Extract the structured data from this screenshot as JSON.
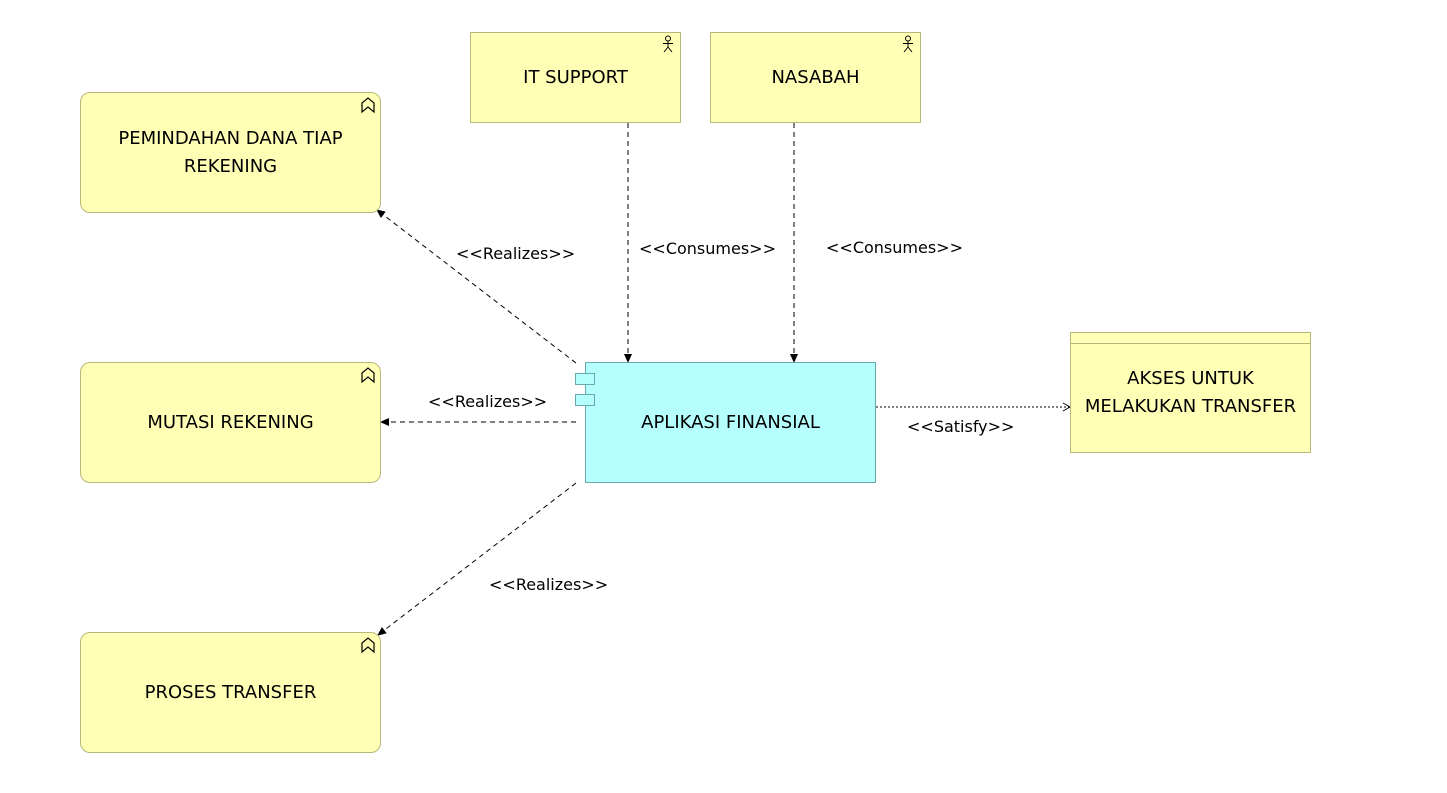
{
  "nodes": {
    "pemindahan": "PEMINDAHAN DANA TIAP REKENING",
    "mutasi": "MUTASI REKENING",
    "proses": "PROSES TRANSFER",
    "it_support": "IT SUPPORT",
    "nasabah": "NASABAH",
    "aplikasi": "APLIKASI FINANSIAL",
    "akses": "AKSES UNTUK MELAKUKAN TRANSFER"
  },
  "edges": {
    "realizes_1": "<<Realizes>>",
    "realizes_2": "<<Realizes>>",
    "realizes_3": "<<Realizes>>",
    "consumes_1": "<<Consumes>>",
    "consumes_2": "<<Consumes>>",
    "satisfy": "<<Satisfy>>"
  },
  "icons": {
    "function": "function-chevron-icon",
    "actor": "actor-icon",
    "component": "component-icon"
  },
  "colors": {
    "yellow": "#ffffb5",
    "cyan": "#b5ffff"
  }
}
